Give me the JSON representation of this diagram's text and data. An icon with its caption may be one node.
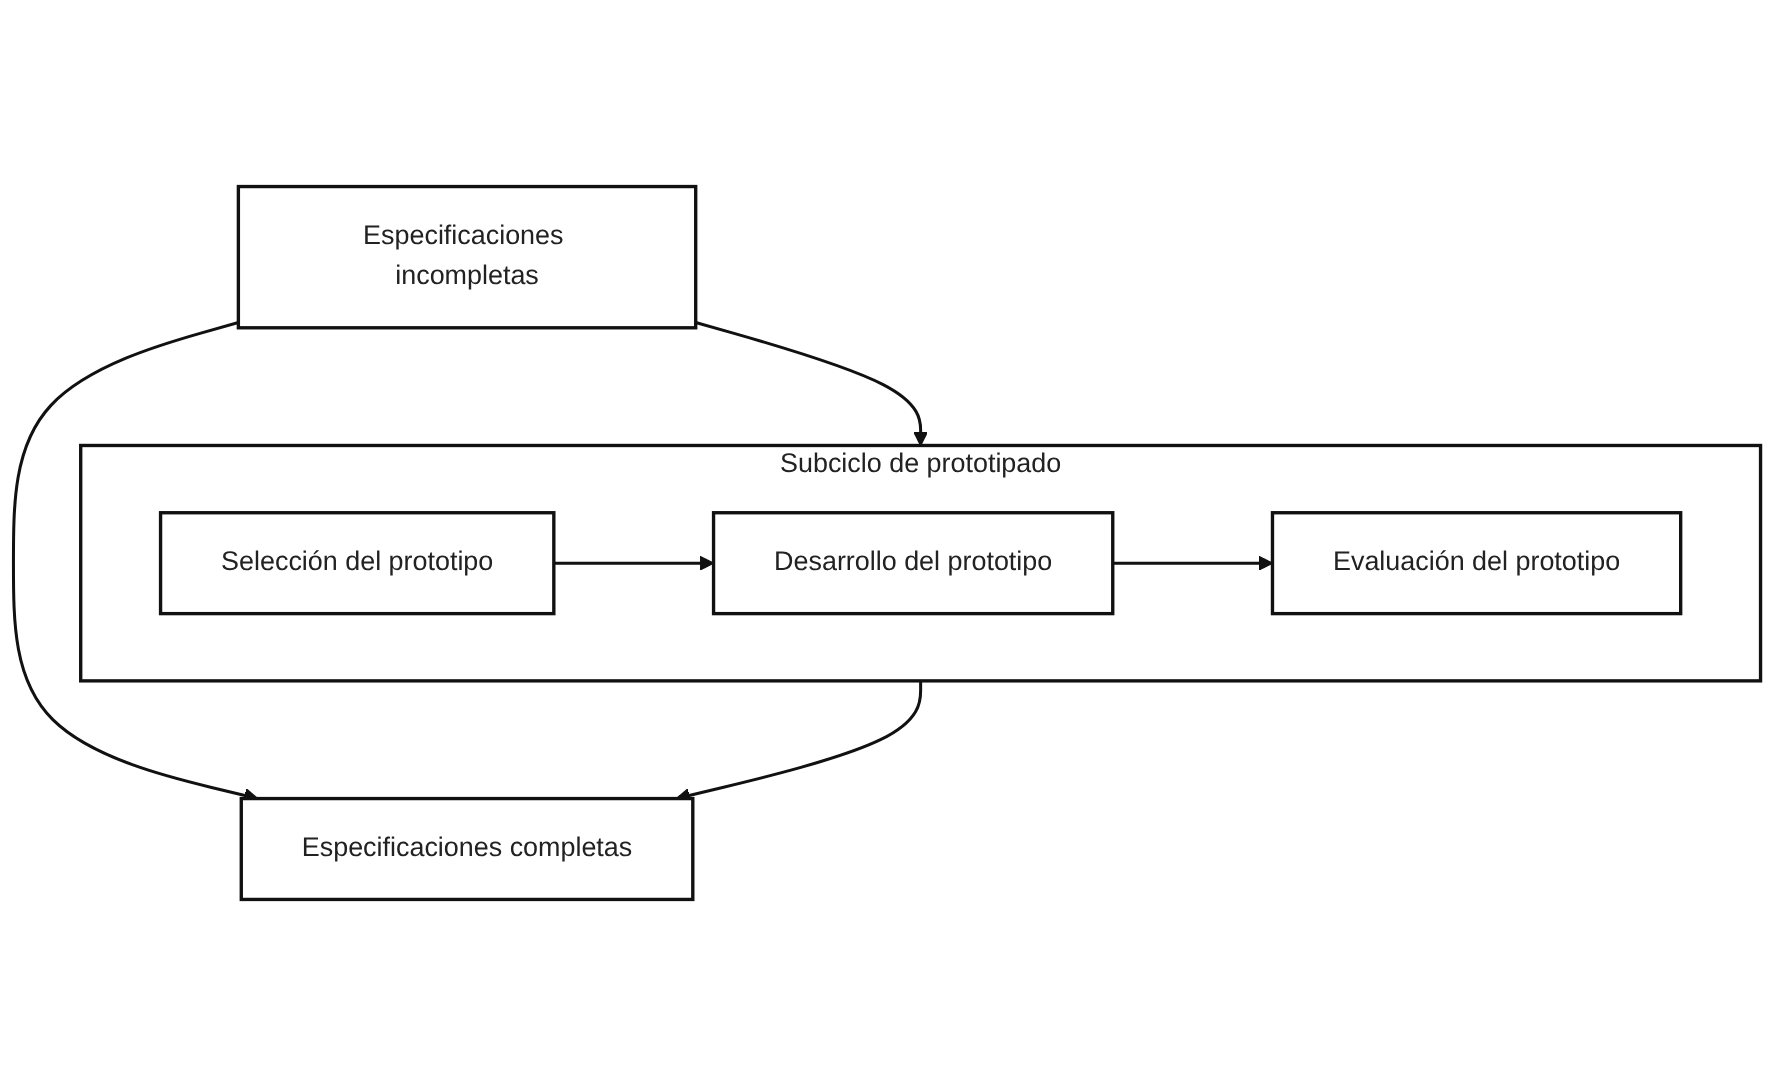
{
  "diagram": {
    "nodes": [
      {
        "text": [
          "Especificaciones incompletas"
        ]
      },
      {
        "text": [
          "Especificaciones completas"
        ]
      },
      {
        "text": [
          "Subciclo de prototipado"
        ]
      },
      {
        "text": [
          "Selección del prototipo"
        ],
        "in": 2
      },
      {
        "text": [
          "Desarrollo del prototipo"
        ],
        "in": 2
      },
      {
        "text": [
          "Evaluación del prototipo"
        ],
        "in": 2
      }
    ],
    "edges": [
      {
        "from": 0,
        "to": 1,
        "arrow": "to"
      },
      {
        "from": 0,
        "to": 2,
        "arrow": "to"
      },
      {
        "from": 3,
        "to": 4,
        "arrow": "to"
      },
      {
        "from": 4,
        "to": 5,
        "arrow": "to"
      },
      {
        "from": 2,
        "to": 1,
        "arrow": "to"
      }
    ]
  }
}
